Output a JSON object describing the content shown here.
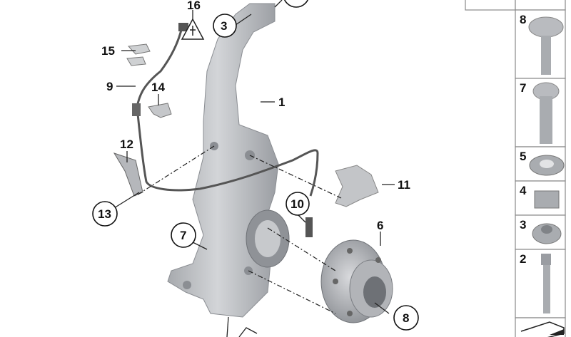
{
  "diagram": {
    "callouts": [
      {
        "id": "16",
        "circled": false
      },
      {
        "id": "3",
        "circled": true
      },
      {
        "id": "15",
        "circled": false
      },
      {
        "id": "9",
        "circled": false
      },
      {
        "id": "14",
        "circled": false
      },
      {
        "id": "1",
        "circled": false
      },
      {
        "id": "12",
        "circled": false
      },
      {
        "id": "13",
        "circled": true
      },
      {
        "id": "11",
        "circled": false
      },
      {
        "id": "10",
        "circled": true
      },
      {
        "id": "7",
        "circled": true
      },
      {
        "id": "6",
        "circled": false
      },
      {
        "id": "8",
        "circled": true
      }
    ],
    "side_panel": [
      {
        "id": "8",
        "part": "hub-bolt-with-washer"
      },
      {
        "id": "7",
        "part": "torx-bolt"
      },
      {
        "id": "5",
        "part": "collar-nut"
      },
      {
        "id": "4",
        "part": "self-locking-nut"
      },
      {
        "id": "3",
        "part": "hex-collar-nut"
      },
      {
        "id": "2",
        "part": "spline-bolt"
      }
    ],
    "warning_icon": "electrical-warning-triangle-icon",
    "colors": {
      "part": "#b9bbbf",
      "part_dark": "#8c8f94",
      "line": "#222222"
    }
  }
}
